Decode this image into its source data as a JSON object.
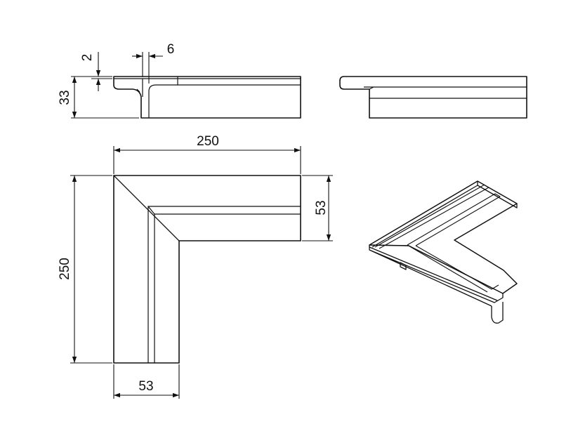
{
  "colors": {
    "line": "#111111",
    "background": "#ffffff"
  },
  "dimensions": {
    "groove_depth": "2",
    "groove_width": "6",
    "profile_height": "33",
    "top_length": "250",
    "side_length": "250",
    "right_leg_width": "53",
    "bottom_leg_width": "53"
  }
}
